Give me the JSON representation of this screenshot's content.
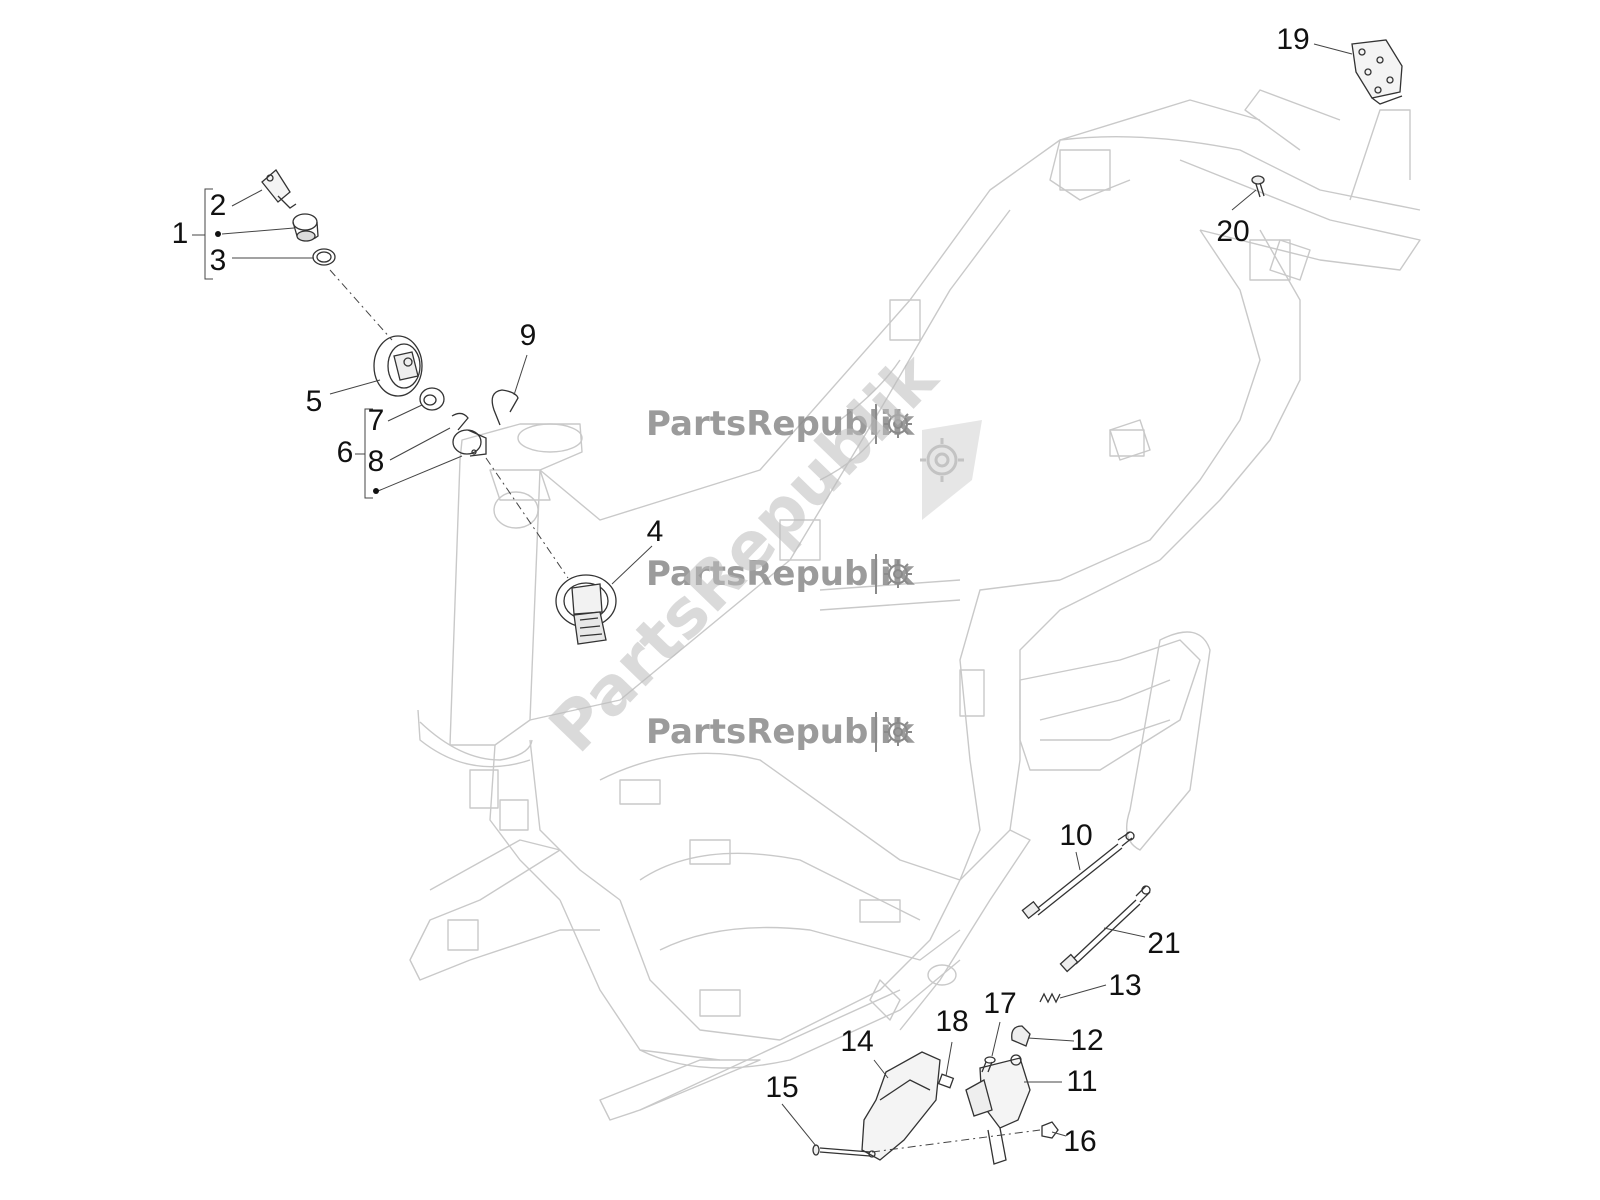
{
  "watermark": {
    "brand": "PartsRepublik"
  },
  "callouts": [
    {
      "id": "1",
      "text": "1"
    },
    {
      "id": "2",
      "text": "2"
    },
    {
      "id": "3",
      "text": "3"
    },
    {
      "id": "4",
      "text": "4"
    },
    {
      "id": "5",
      "text": "5"
    },
    {
      "id": "6",
      "text": "6"
    },
    {
      "id": "7",
      "text": "7"
    },
    {
      "id": "8",
      "text": "8"
    },
    {
      "id": "9",
      "text": "9"
    },
    {
      "id": "10",
      "text": "10"
    },
    {
      "id": "11",
      "text": "11"
    },
    {
      "id": "12",
      "text": "12"
    },
    {
      "id": "13",
      "text": "13"
    },
    {
      "id": "14",
      "text": "14"
    },
    {
      "id": "15",
      "text": "15"
    },
    {
      "id": "16",
      "text": "16"
    },
    {
      "id": "17",
      "text": "17"
    },
    {
      "id": "18",
      "text": "18"
    },
    {
      "id": "19",
      "text": "19"
    },
    {
      "id": "20",
      "text": "20"
    },
    {
      "id": "21",
      "text": "21"
    }
  ],
  "colors": {
    "frame_line": "#c9c9c9",
    "part_line": "#333333",
    "leader_line": "#444444",
    "watermark": "#8a8a8a"
  }
}
